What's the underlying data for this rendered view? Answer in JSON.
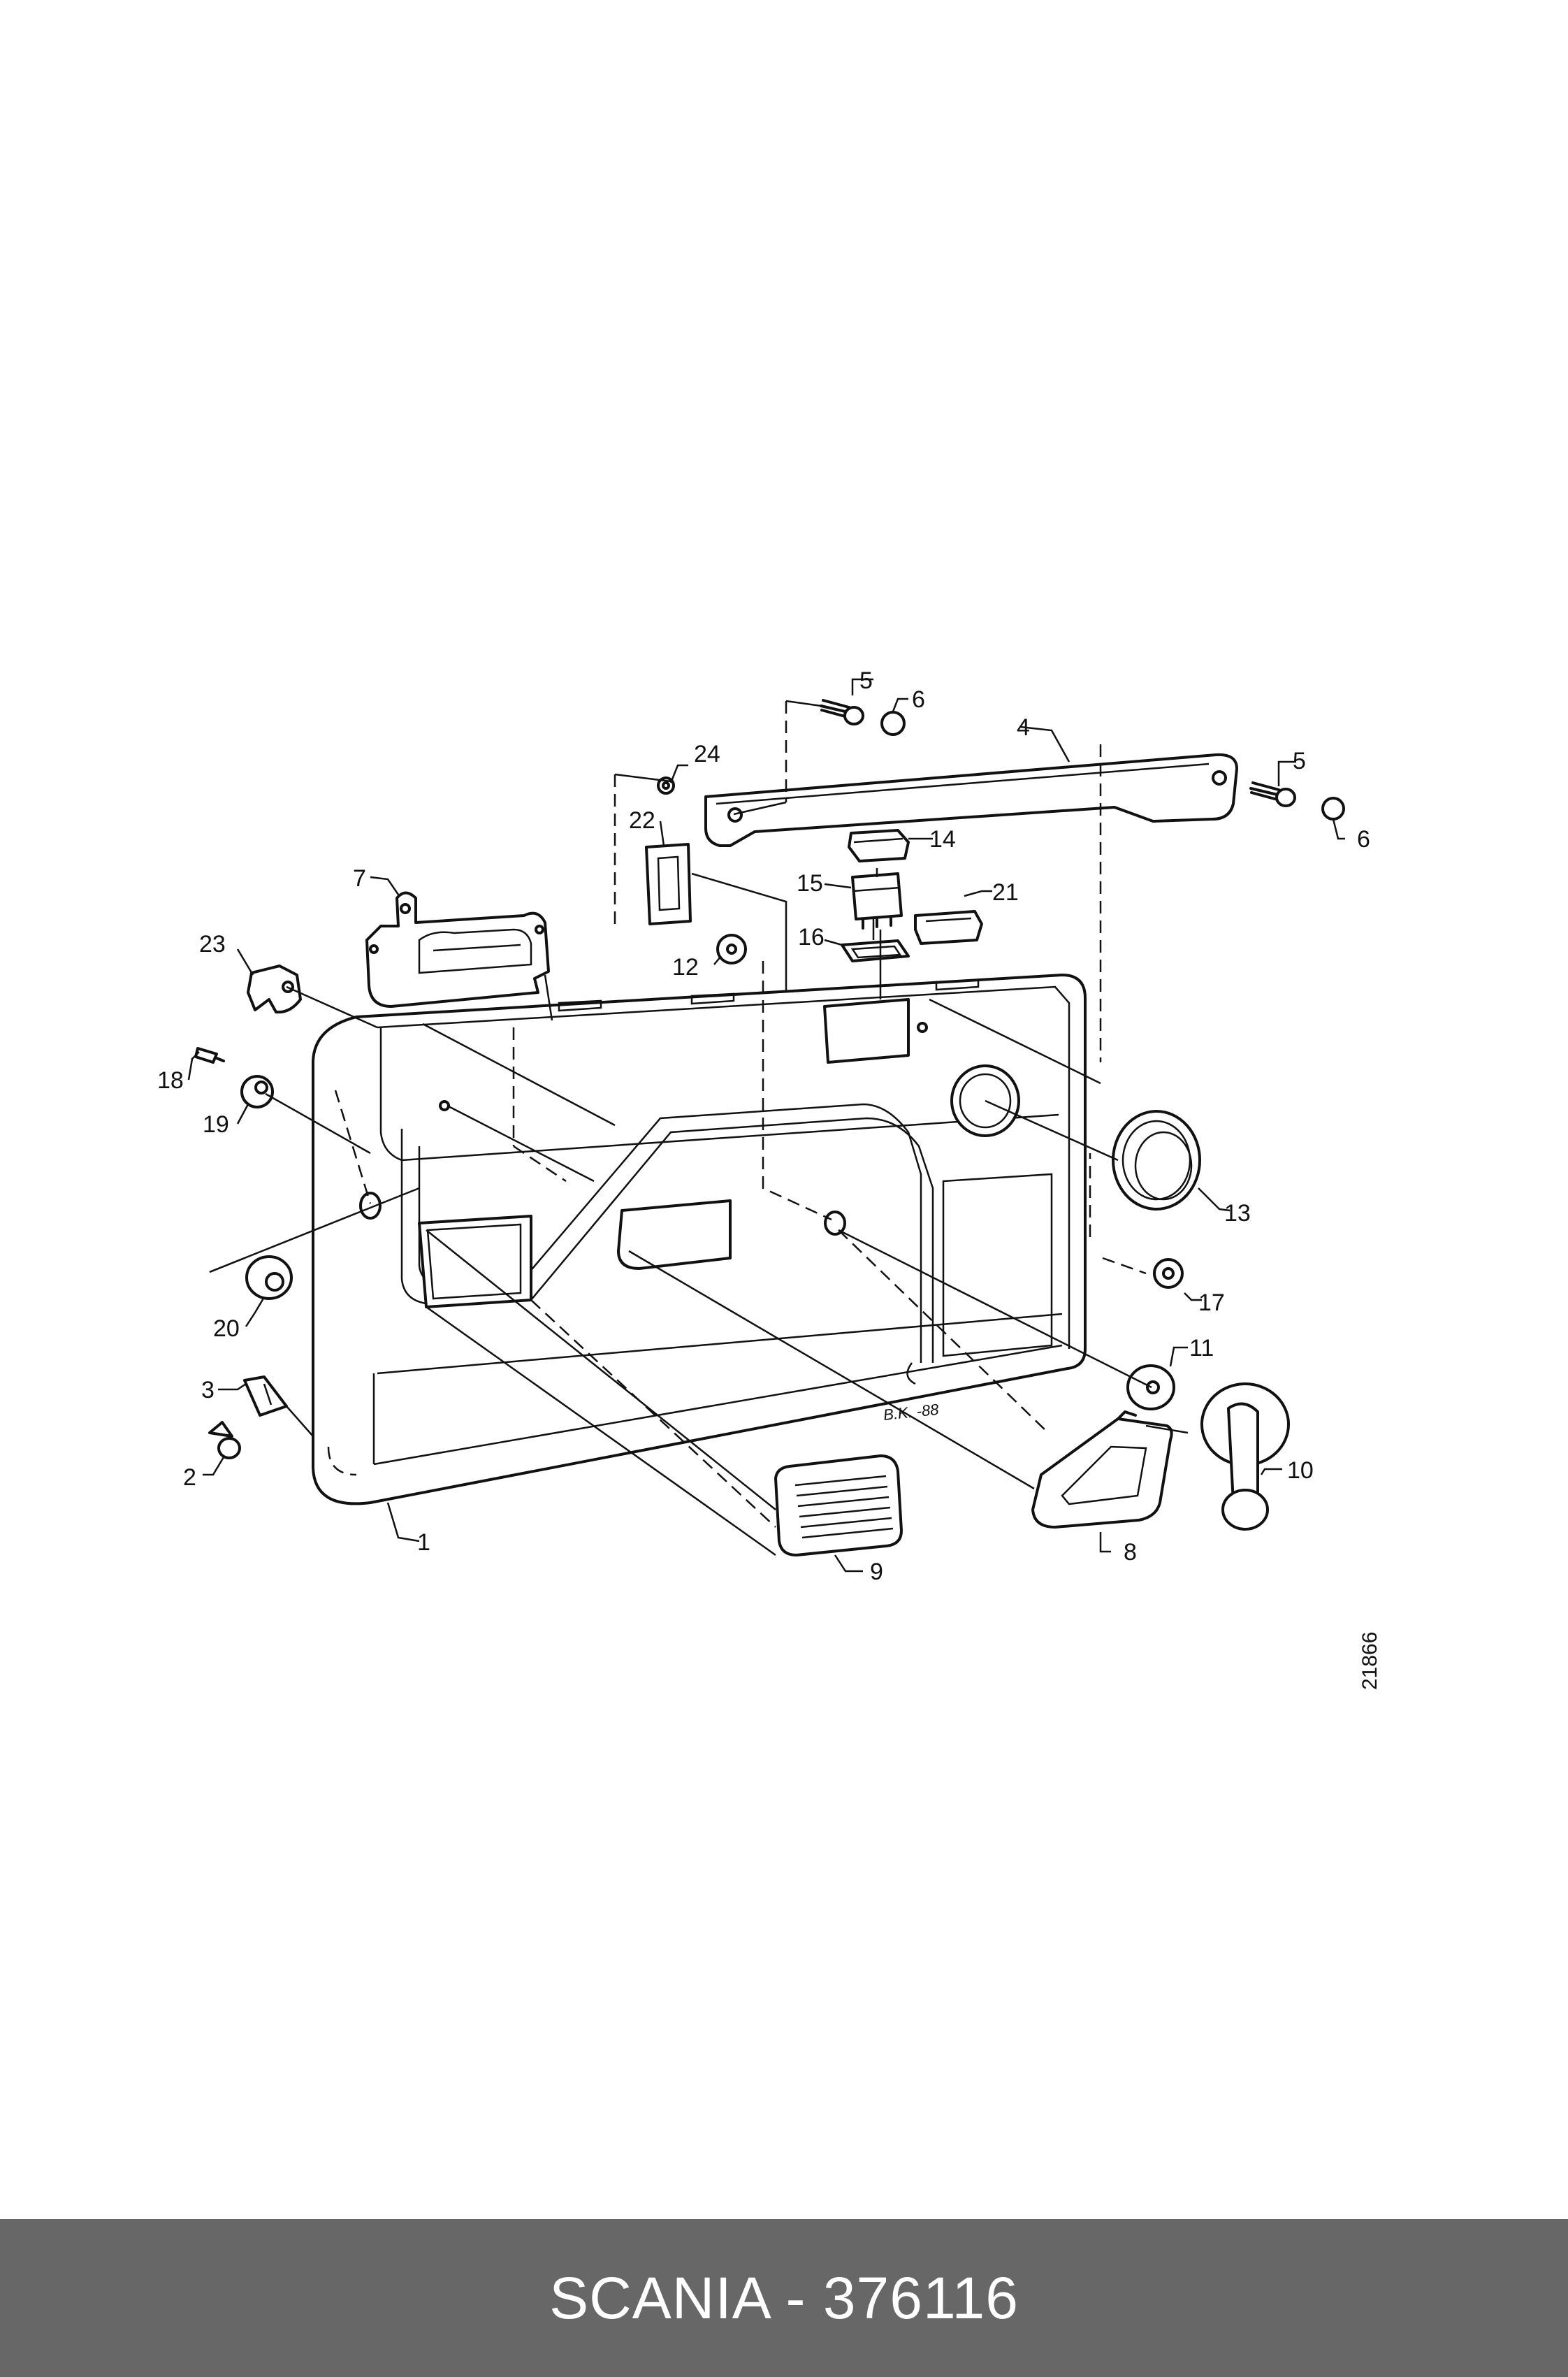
{
  "diagram": {
    "callouts": [
      "1",
      "2",
      "3",
      "4",
      "5",
      "5",
      "6",
      "6",
      "7",
      "8",
      "9",
      "10",
      "11",
      "12",
      "13",
      "14",
      "15",
      "16",
      "17",
      "18",
      "19",
      "20",
      "21",
      "22",
      "23",
      "24"
    ],
    "drawing_number": "21866",
    "signature": "B.K. -88"
  },
  "footer": {
    "brand": "SCANIA",
    "separator": " - ",
    "part_number": "376116"
  }
}
